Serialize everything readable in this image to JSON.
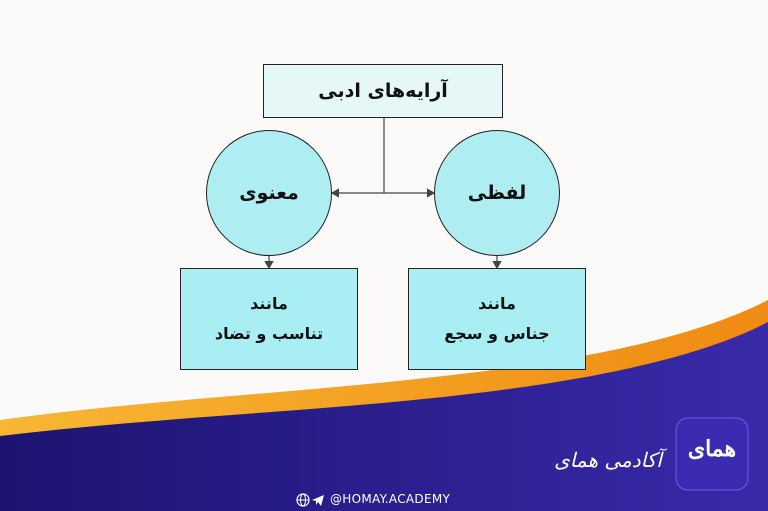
{
  "diagram": {
    "root": "آرایه‌های ادبی",
    "left_node": "معنوی",
    "right_node": "لفظی",
    "left_leaf": {
      "line1": "مانند",
      "line2": "تناسب و تضاد"
    },
    "right_leaf": {
      "line1": "مانند",
      "line2": "جناس و سجع"
    }
  },
  "footer": {
    "brand_name": "آکادمی همای",
    "logo_text": "همای",
    "social_handle": "@HOMAY.ACADEMY",
    "icons": [
      "globe-icon",
      "telegram-icon"
    ]
  },
  "colors": {
    "background": "#fbfaf8",
    "node_fill": "#aeeef2",
    "root_fill": "#e6f7f7",
    "band_orange": "#f5a01c",
    "band_purple": "#2b1f8c"
  }
}
